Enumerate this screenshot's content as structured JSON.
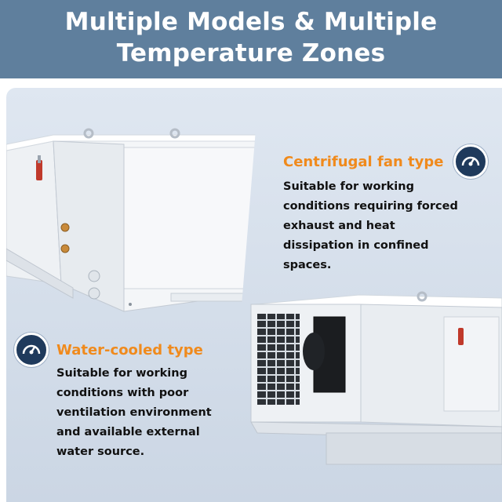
{
  "header": {
    "title_line1": "Multiple Models & Multiple",
    "title_line2": "Temperature Zones"
  },
  "features": {
    "centrifugal": {
      "icon": "gauge-icon",
      "title": "Centrifugal fan type",
      "desc_lines": [
        "Suitable for working",
        "conditions requiring forced",
        "exhaust and heat",
        "dissipation in confined",
        "spaces."
      ]
    },
    "water_cooled": {
      "icon": "gauge-icon",
      "title": "Water-cooled type",
      "desc_lines": [
        "Suitable for working",
        "conditions with poor",
        "ventilation environment",
        "and available external",
        "water source."
      ]
    }
  },
  "colors": {
    "banner": "#5f7f9d",
    "accent_orange": "#f08a1c",
    "gauge_navy": "#1f3a5c"
  }
}
